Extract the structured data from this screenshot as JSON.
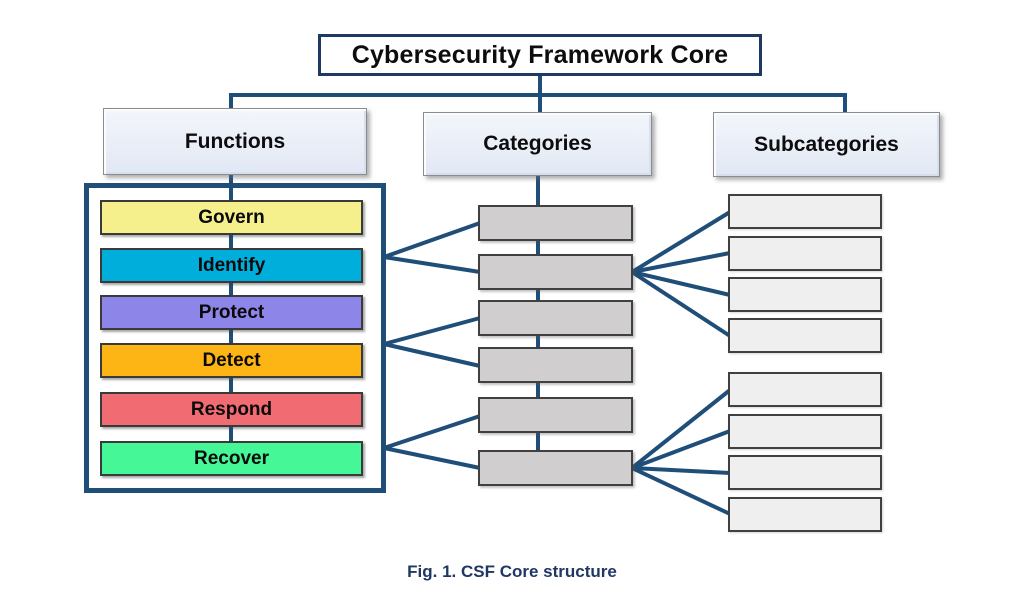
{
  "diagram": {
    "title": "Cybersecurity Framework Core",
    "caption": "Fig. 1. CSF Core structure",
    "columns": [
      {
        "id": "functions",
        "label": "Functions"
      },
      {
        "id": "categories",
        "label": "Categories"
      },
      {
        "id": "subcategories",
        "label": "Subcategories"
      }
    ],
    "functions": {
      "items": [
        {
          "label": "Govern",
          "color": "#F5F08B"
        },
        {
          "label": "Identify",
          "color": "#00AEDC"
        },
        {
          "label": "Protect",
          "color": "#8E85E8"
        },
        {
          "label": "Detect",
          "color": "#FDB515"
        },
        {
          "label": "Respond",
          "color": "#F06B72"
        },
        {
          "label": "Recover",
          "color": "#46F797"
        }
      ]
    },
    "categories": {
      "count": 6,
      "labels": [
        "",
        "",
        "",
        "",
        "",
        ""
      ]
    },
    "subcategories": {
      "count": 8,
      "labels": [
        "",
        "",
        "",
        "",
        "",
        "",
        "",
        ""
      ]
    },
    "links": {
      "root_to_columns": [
        "Functions",
        "Categories",
        "Subcategories"
      ],
      "functions_to_categories": [
        {
          "origin_function": "Identify",
          "targets": [
            "category-1",
            "category-2"
          ]
        },
        {
          "origin_function": "Detect",
          "targets": [
            "category-3",
            "category-4"
          ]
        },
        {
          "origin_function": "Recover",
          "targets": [
            "category-5",
            "category-6"
          ]
        }
      ],
      "categories_to_subcategories": [
        {
          "origin": "category-2",
          "targets": [
            "subcategory-1",
            "subcategory-2",
            "subcategory-3",
            "subcategory-4"
          ]
        },
        {
          "origin": "category-6",
          "targets": [
            "subcategory-5",
            "subcategory-6",
            "subcategory-7",
            "subcategory-8"
          ]
        }
      ]
    },
    "colors": {
      "line": "#1F4E79",
      "title_border": "#1F3864",
      "header_fill": "#E9EEF7",
      "category_fill": "#D0CECE",
      "subcategory_fill": "#F0EFEF",
      "caption_text": "#1F3864"
    }
  }
}
